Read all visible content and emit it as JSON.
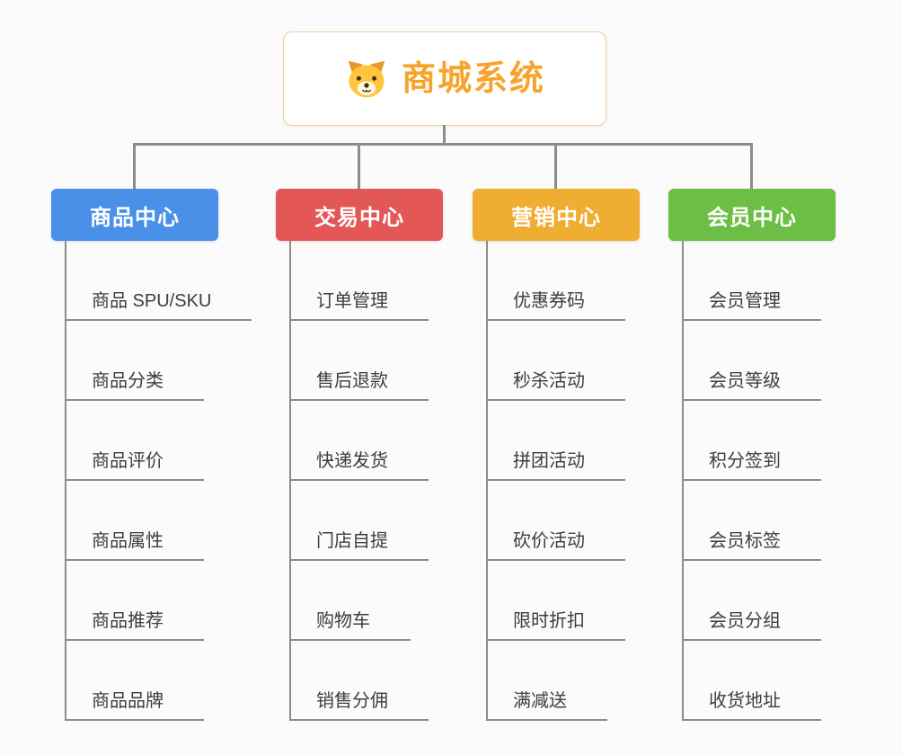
{
  "root": {
    "title": "商城系统",
    "icon": "dog-face-icon",
    "title_color": "#f8a42c",
    "border_color": "#f3cd9b"
  },
  "style": {
    "connector_color": "#8c8c8c",
    "underline_color": "#9a9a9a",
    "child_text_color": "#3d3d3d"
  },
  "branches": [
    {
      "label": "商品中心",
      "color": "#4a90e8",
      "children": [
        "商品 SPU/SKU",
        "商品分类",
        "商品评价",
        "商品属性",
        "商品推荐",
        "商品品牌"
      ]
    },
    {
      "label": "交易中心",
      "color": "#e35757",
      "children": [
        "订单管理",
        "售后退款",
        "快递发货",
        "门店自提",
        "购物车",
        "销售分佣"
      ]
    },
    {
      "label": "营销中心",
      "color": "#efad32",
      "children": [
        "优惠券码",
        "秒杀活动",
        "拼团活动",
        "砍价活动",
        "限时折扣",
        "满减送"
      ]
    },
    {
      "label": "会员中心",
      "color": "#6dbe45",
      "children": [
        "会员管理",
        "会员等级",
        "积分签到",
        "会员标签",
        "会员分组",
        "收货地址"
      ]
    }
  ]
}
